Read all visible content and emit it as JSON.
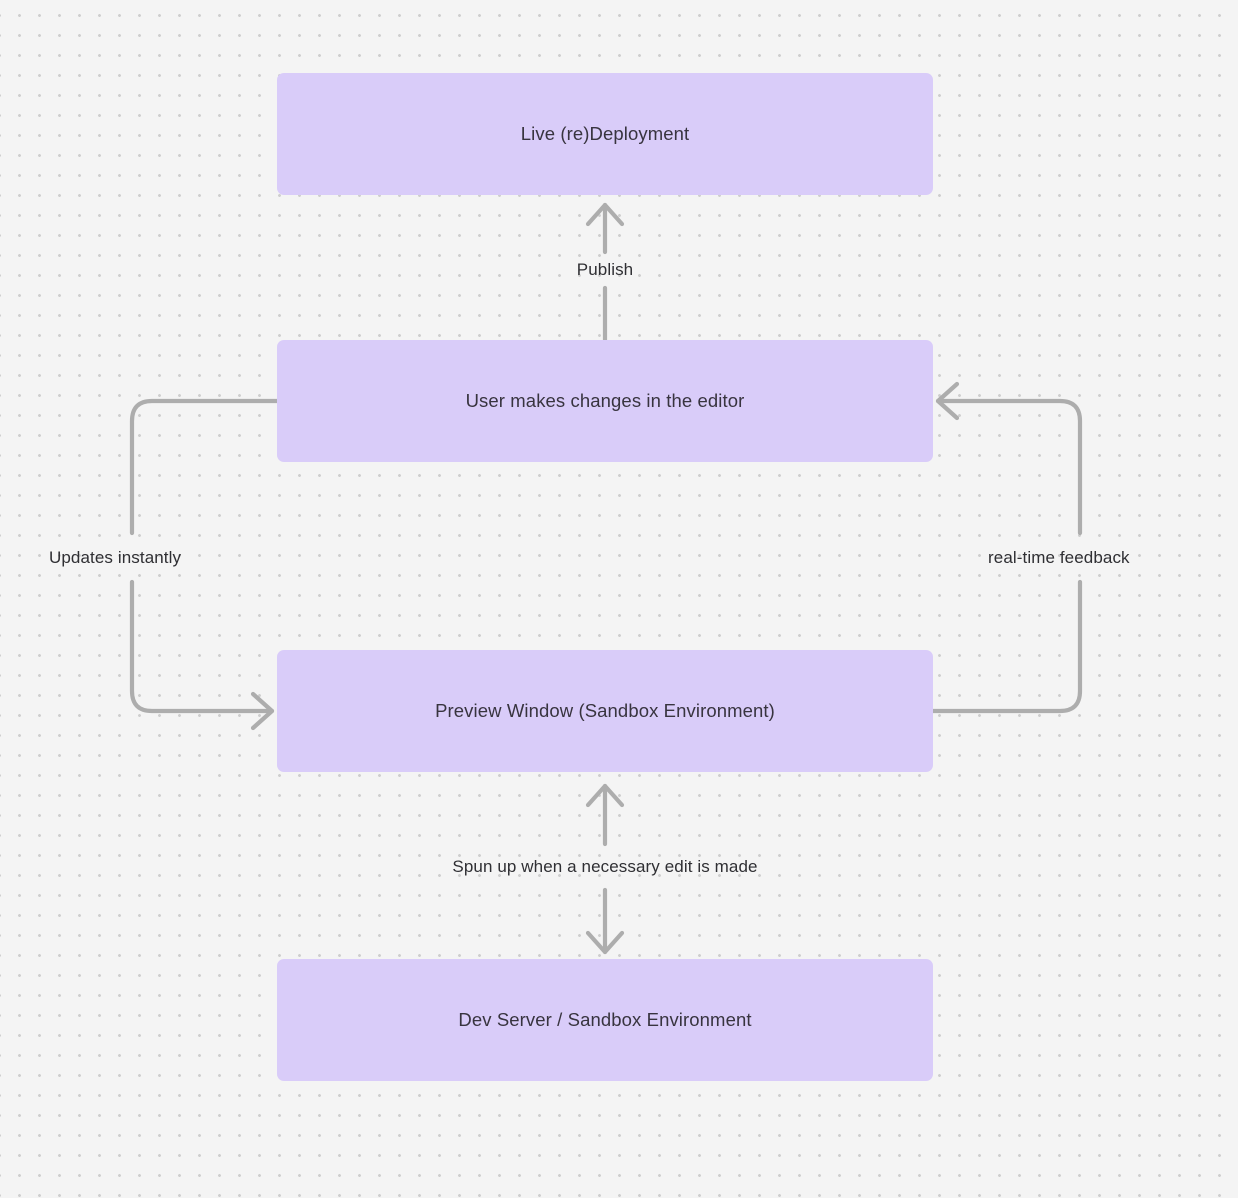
{
  "diagram": {
    "type": "flowchart",
    "background_color": "#f4f4f4",
    "grid": "dotted",
    "node_fill": "#d9ccf9",
    "node_text_color": "#38343f",
    "edge_color": "#adadad",
    "nodes": [
      {
        "id": "live-deployment",
        "label": "Live (re)Deployment"
      },
      {
        "id": "user-editor",
        "label": "User makes changes in the editor"
      },
      {
        "id": "preview-window",
        "label": "Preview Window (Sandbox Environment)"
      },
      {
        "id": "dev-server",
        "label": "Dev Server / Sandbox Environment"
      }
    ],
    "edges": [
      {
        "id": "publish",
        "label": "Publish",
        "from": "user-editor",
        "to": "live-deployment",
        "direction": "up"
      },
      {
        "id": "updates-instantly",
        "label": "Updates instantly",
        "from": "user-editor",
        "to": "preview-window",
        "direction": "down-left-loop"
      },
      {
        "id": "real-time-feedback",
        "label": "real-time feedback",
        "from": "preview-window",
        "to": "user-editor",
        "direction": "up-right-loop"
      },
      {
        "id": "spun-up",
        "label": "Spun up when a necessary edit is made",
        "from": "preview-window",
        "to": "dev-server",
        "direction": "bidirectional"
      }
    ]
  }
}
